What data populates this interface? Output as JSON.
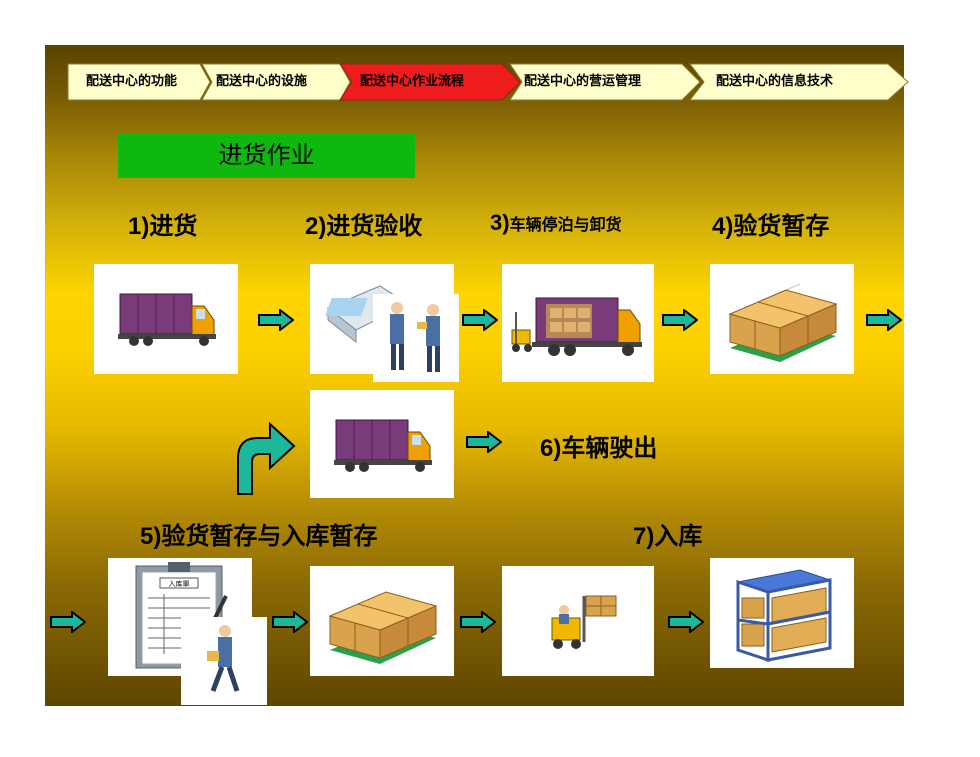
{
  "nav": {
    "tabs": [
      {
        "label": "配送中心的功能",
        "active": false
      },
      {
        "label": "配送中心的设施",
        "active": false
      },
      {
        "label": "配送中心作业流程",
        "active": true
      },
      {
        "label": "配送中心的营运管理",
        "active": false
      },
      {
        "label": "配送中心的信息技术",
        "active": false
      }
    ]
  },
  "section_title": "进货作业",
  "steps": {
    "s1": {
      "num": "1)",
      "text": "进货"
    },
    "s2": {
      "num": "2)",
      "text": "进货验收"
    },
    "s3": {
      "num": "3)",
      "text": "车辆停泊与卸货"
    },
    "s4": {
      "num": "4)",
      "text": "验货暂存"
    },
    "s5": {
      "num": "5)",
      "text": "验货暂存与入库暂存"
    },
    "s6": {
      "num": "6)",
      "text": "车辆驶出"
    },
    "s7": {
      "num": "7)",
      "text": "入库"
    }
  },
  "form_doc_title": "入库單",
  "colors": {
    "tab_inactive": "#ffffcc",
    "tab_active": "#ee1c1c",
    "title_box": "#0fb80f",
    "arrow_fill": "#1cb89c",
    "truck_cargo": "#7a3b7a",
    "truck_cab": "#f0a000",
    "box": "#f2c36b",
    "pallet": "#2aa04a"
  },
  "icons": [
    "truck-icon",
    "inspection-icon",
    "unloading-icon",
    "pallet-stack-icon",
    "clipboard-icon",
    "worker-icon",
    "forklift-icon",
    "storage-rack-icon",
    "right-arrow-icon",
    "turn-arrow-icon"
  ]
}
